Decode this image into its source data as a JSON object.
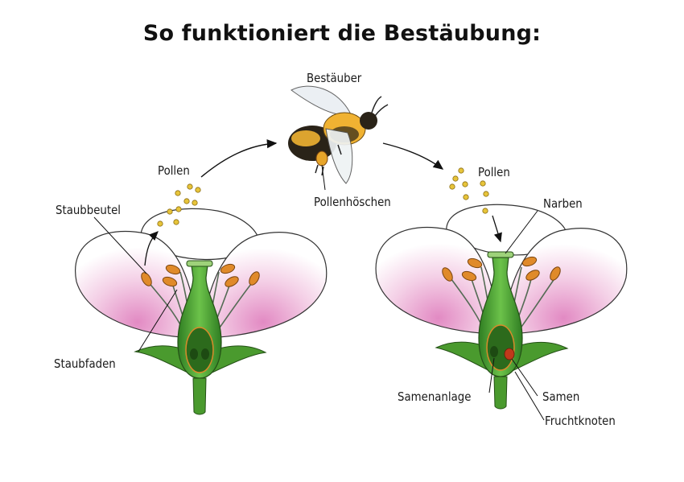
{
  "title": "So funktioniert die Bestäubung:",
  "labels": {
    "pollinator": "Bestäuber",
    "pollen_left": "Pollen",
    "pollen_right": "Pollen",
    "pollen_baskets": "Pollenhöschen",
    "anther": "Staubbeutel",
    "filament": "Staubfaden",
    "stigma": "Narben",
    "ovule": "Samenanlage",
    "seed": "Samen",
    "ovary": "Fruchtknoten"
  },
  "colors": {
    "petal_pink": "#e8a6cf",
    "leaf_green": "#4a9a2e",
    "pistil_green": "#3f8f2a",
    "anther_orange": "#e08a2a",
    "pollen_yellow": "#e7c43a",
    "seed_red": "#c0391b",
    "bee_yellow": "#f0b232",
    "outline": "#333333"
  }
}
